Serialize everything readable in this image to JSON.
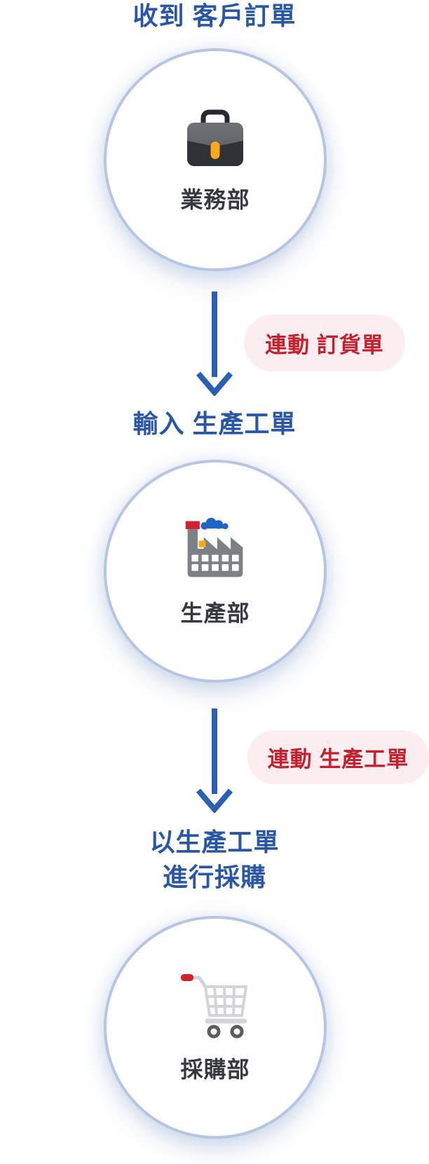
{
  "diagram": {
    "description": "ERP purchase flow: customer order to production to purchasing"
  },
  "steps": [
    {
      "title": "收到 客戶訂單",
      "dept": "業務部",
      "icon": "briefcase-icon"
    },
    {
      "title": "輸入 生產工單",
      "dept": "生產部",
      "icon": "factory-icon"
    },
    {
      "title": "以生產工單\n進行採購",
      "dept": "採購部",
      "icon": "shopping-cart-icon"
    }
  ],
  "connectors": [
    {
      "label": "連動 訂貨單"
    },
    {
      "label": "連動 生產工單"
    }
  ],
  "colors": {
    "title_blue": "#2a57a5",
    "arrow_blue": "#2b5fb3",
    "circle_border": "#b6c5e4",
    "pill_background": "#fceef0",
    "pill_text_red": "#c5202e",
    "dept_text": "#363940",
    "icon_red": "#d22130",
    "icon_orange": "#f9a71b",
    "icon_cloud_blue": "#2065c4",
    "icon_gray": "#7d8084",
    "cart_gray": "#d2d4d7"
  }
}
